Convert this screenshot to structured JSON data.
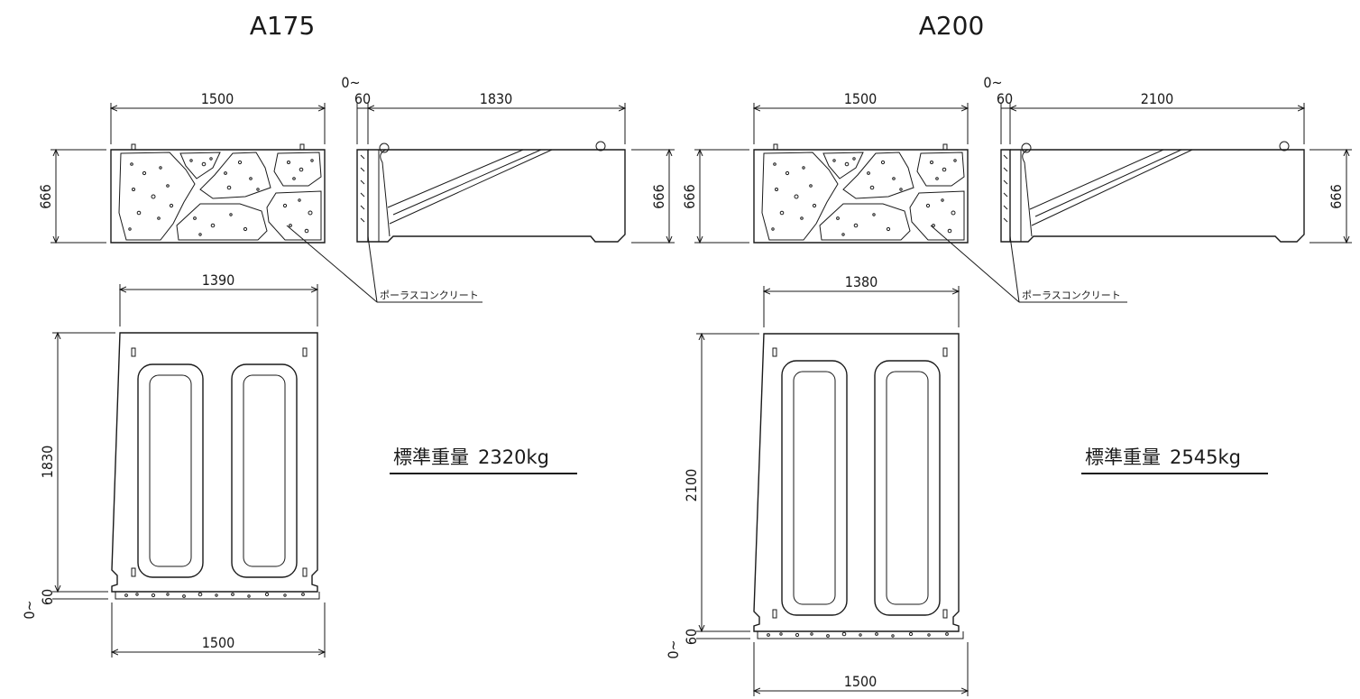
{
  "left": {
    "title": "A175",
    "dims": {
      "front_width": "1500",
      "side_gap_top": "0~",
      "side_gap_bottom": "60",
      "side_length": "1830",
      "front_height": "666",
      "side_height": "666",
      "plan_top_width": "1390",
      "plan_length": "1830",
      "plan_gap_top": "0~",
      "plan_gap_bottom": "60",
      "plan_bottom_width": "1500"
    },
    "callout": "ポーラスコンクリート",
    "weight_label": "標準重量",
    "weight_value": "2320kg"
  },
  "right": {
    "title": "A200",
    "dims": {
      "front_width": "1500",
      "side_gap_top": "0~",
      "side_gap_bottom": "60",
      "side_length": "2100",
      "front_height": "666",
      "side_height": "666",
      "plan_top_width": "1380",
      "plan_length": "2100",
      "plan_gap_top": "0~",
      "plan_gap_bottom": "60",
      "plan_bottom_width": "1500"
    },
    "callout": "ポーラスコンクリート",
    "weight_label": "標準重量",
    "weight_value": "2545kg"
  }
}
